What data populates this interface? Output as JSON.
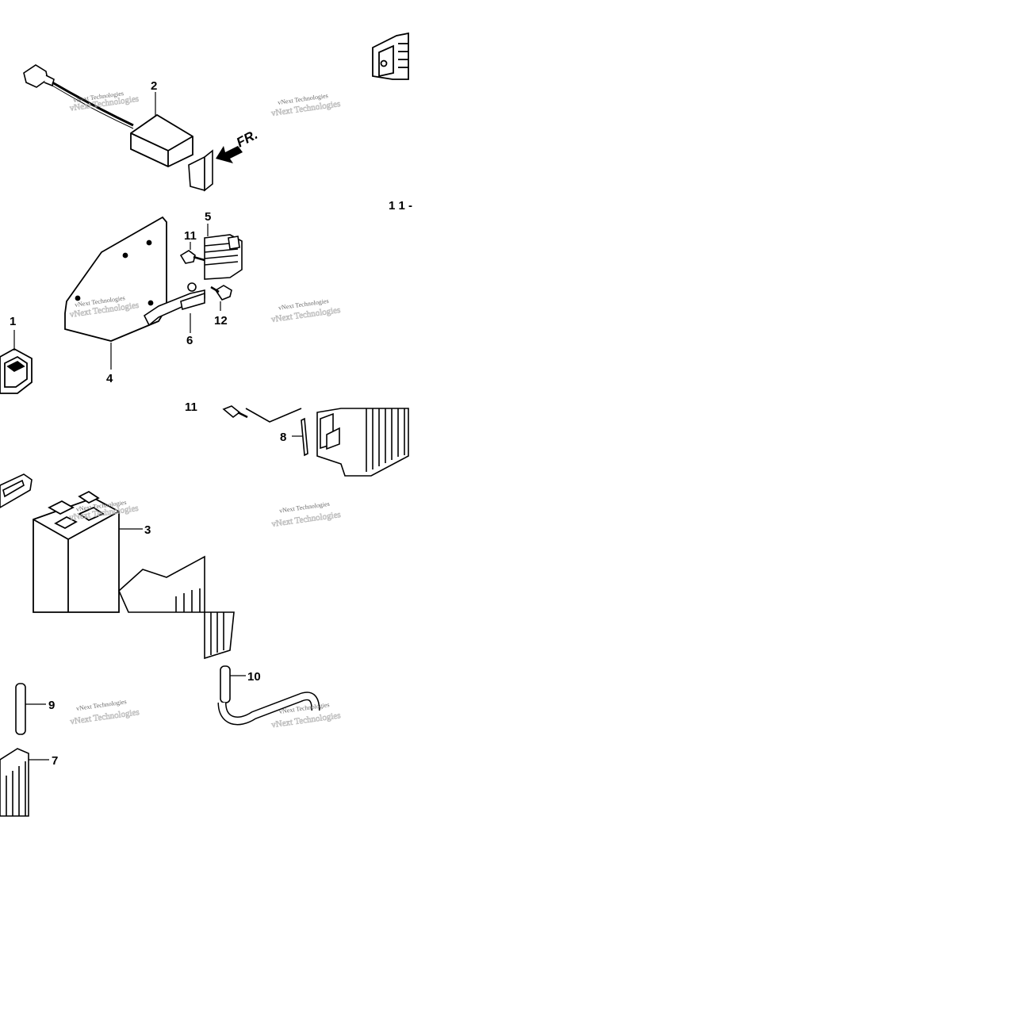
{
  "diagram": {
    "callouts": {
      "c1": "1",
      "c2": "2",
      "c3": "3",
      "c4": "4",
      "c5": "5",
      "c6": "6",
      "c7": "7",
      "c8": "8",
      "c9": "9",
      "c10": "10",
      "c11": "11",
      "c12": "12",
      "c11b": "11"
    },
    "direction_label": "FR.",
    "watermark": {
      "line1": "vNext Technologies",
      "line2": "vNext Technologies"
    }
  }
}
